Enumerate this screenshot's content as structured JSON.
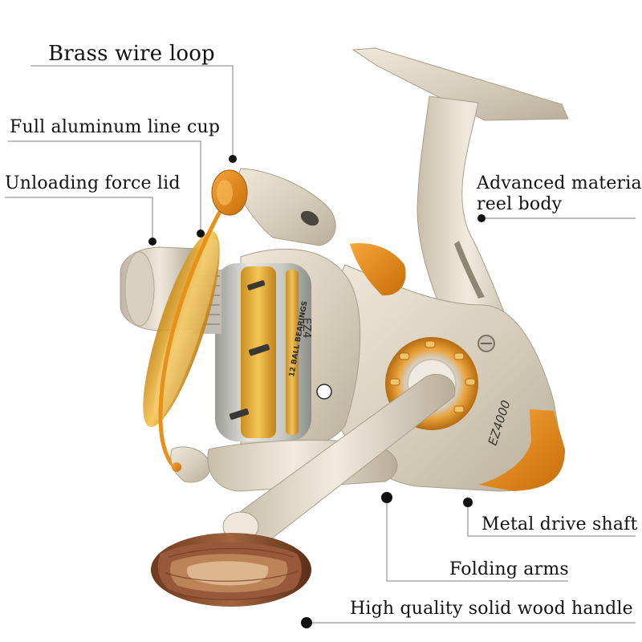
{
  "callouts": {
    "brass_wire_loop": "Brass wire loop",
    "line_cup": "Full aluminum line cup",
    "force_lid": "Unloading force lid",
    "reel_body_line1": "Advanced material",
    "reel_body_line2": "reel body",
    "drive_shaft": "Metal drive shaft",
    "folding_arms": "Folding arms",
    "wood_handle": "High quality solid wood handle"
  },
  "reel": {
    "model": "EZ4000",
    "spool_model": "EZ4",
    "bearing_text": "12 BALL BEARINGS"
  },
  "colors": {
    "body": "#d8cfbd",
    "accent_orange": "#e8901a",
    "spool_gold": "#e9b23a",
    "spool_silver": "#c6c6c0",
    "wood": "#8a4f2f",
    "callout_line": "#9a9a9a",
    "label_text": "#111111"
  }
}
